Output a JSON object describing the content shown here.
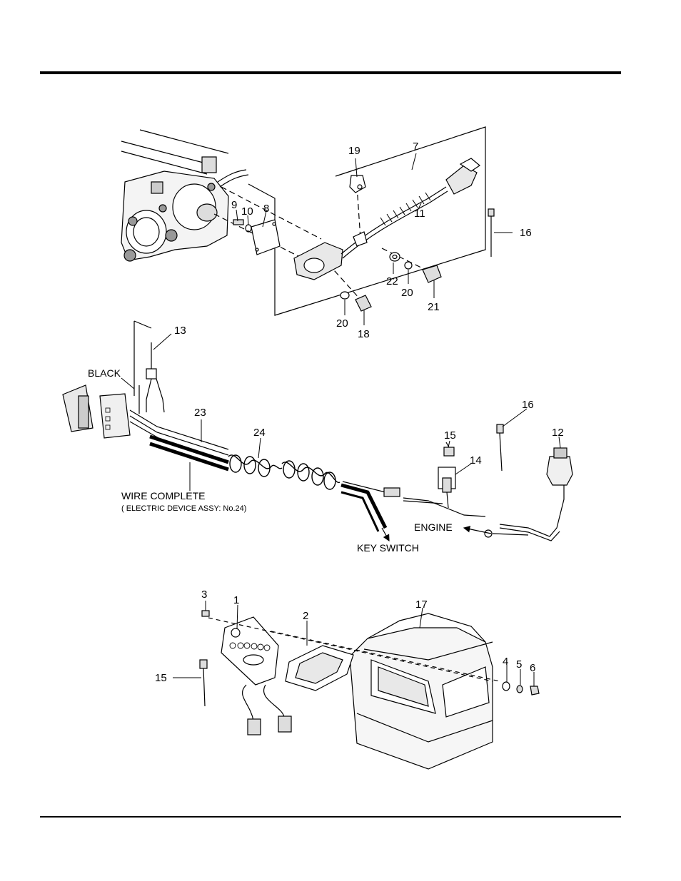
{
  "callouts": {
    "c1": "1",
    "c2": "2",
    "c3": "3",
    "c4": "4",
    "c5": "5",
    "c6": "6",
    "c7": "7",
    "c8": "8",
    "c9": "9",
    "c10": "10",
    "c11": "11",
    "c12": "12",
    "c13": "13",
    "c14": "14",
    "c15a": "15",
    "c15b": "15",
    "c16a": "16",
    "c16b": "16",
    "c17": "17",
    "c18": "18",
    "c19": "19",
    "c20a": "20",
    "c20b": "20",
    "c21": "21",
    "c22": "22",
    "c23": "23",
    "c24": "24"
  },
  "labels": {
    "black": "BLACK",
    "wire_complete": "WIRE COMPLETE",
    "wire_complete_note": "( ELECTRIC DEVICE ASSY: No.24)",
    "engine": "ENGINE",
    "key_switch": "KEY SWITCH"
  }
}
